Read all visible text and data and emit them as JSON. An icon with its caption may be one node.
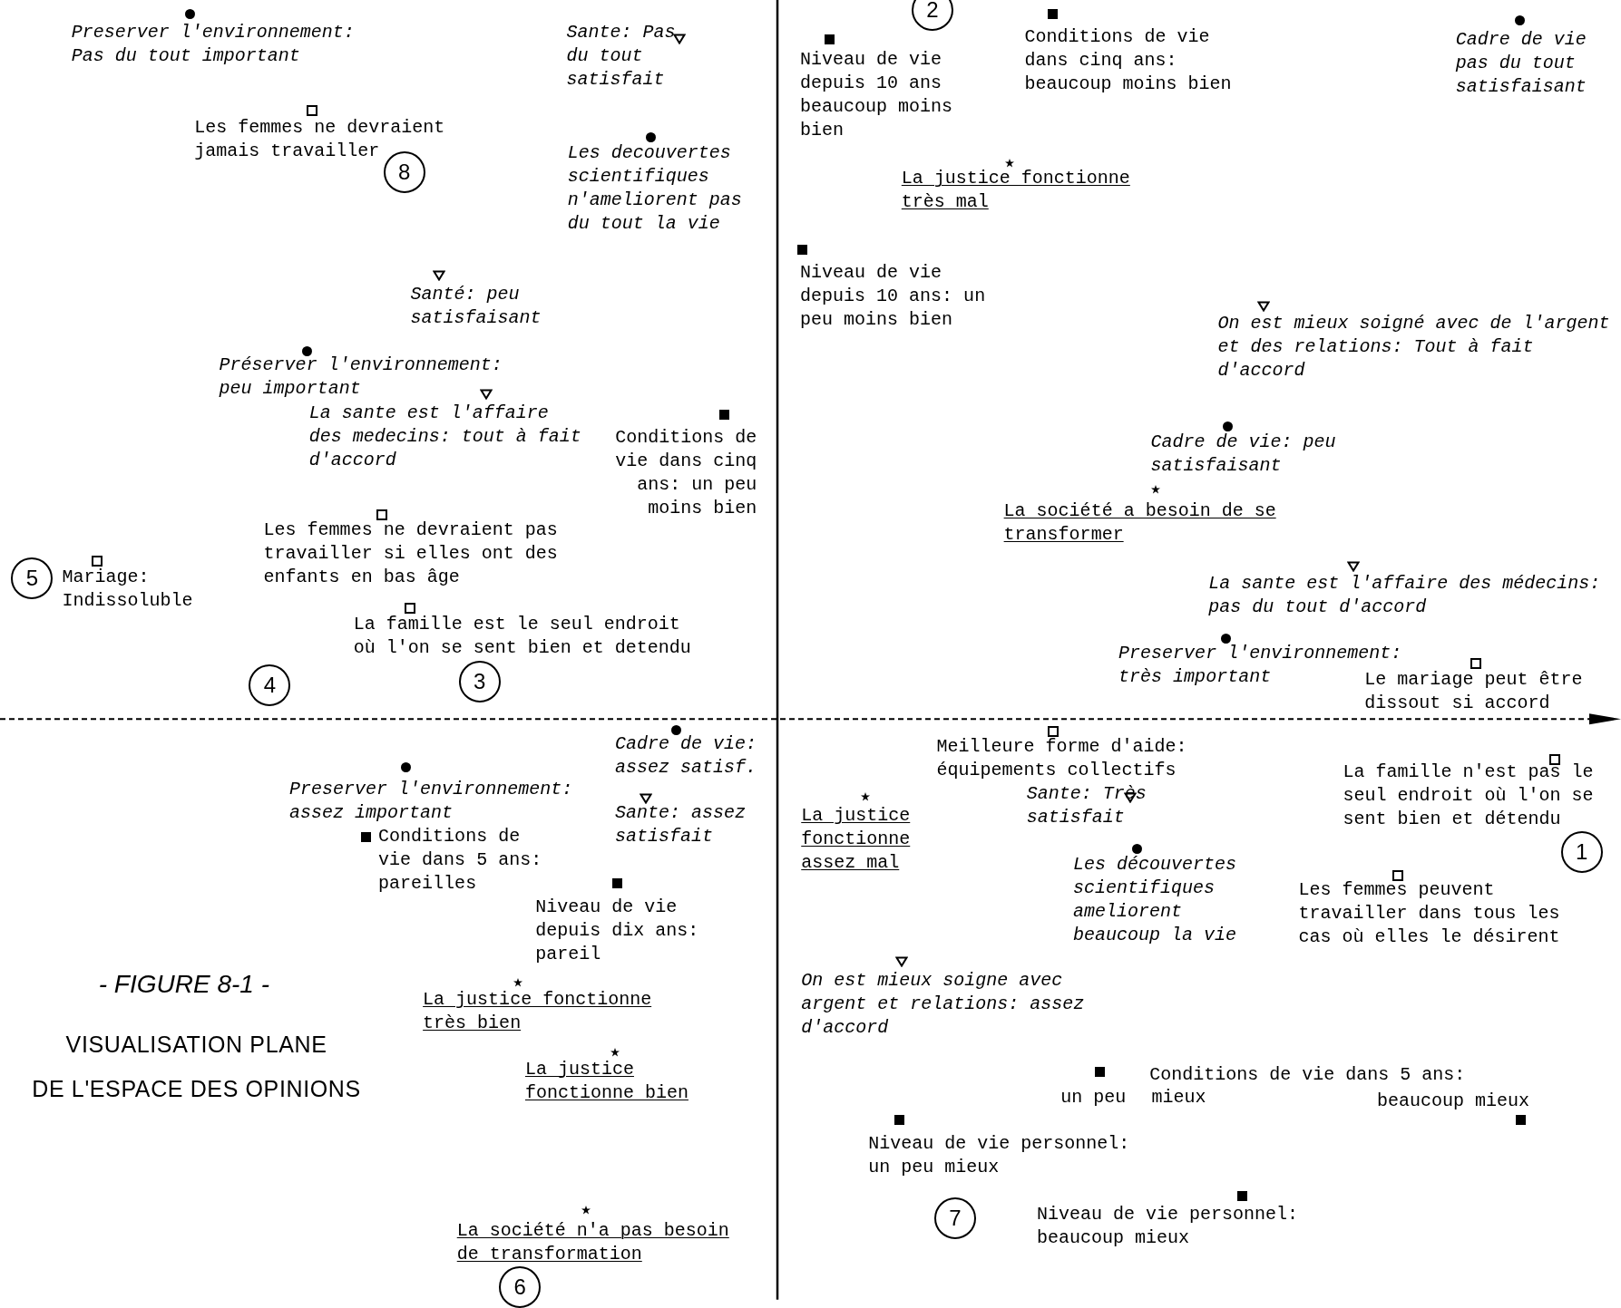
{
  "diagram": {
    "title": "VISUALISATION PLANE DE L'ESPACE DES OPINIONS",
    "caption": "- FIGURE 8-1 -",
    "nodes": [
      {
        "text": [
          "2"
        ]
      },
      {
        "text": [
          "8"
        ]
      },
      {
        "text": [
          "5"
        ]
      },
      {
        "text": [
          "3"
        ]
      },
      {
        "text": [
          "4"
        ]
      },
      {
        "text": [
          "1"
        ]
      },
      {
        "text": [
          "7"
        ]
      },
      {
        "text": [
          "6"
        ]
      }
    ],
    "labels": [
      "Preserver l'environnement: Pas du tout important",
      "Sante: Pas du tout satisfait",
      "Les femmes ne devraient jamais travailler",
      "Les decouvertes scientifiques n'ameliorent pas du tout la vie",
      "Santé: peu satisfaisant",
      "Préserver l'environnement: peu important",
      "La sante est l'affaire des medecins: tout à fait d'accord",
      "Conditions de vie dans cinq ans: un peu moins bien",
      "Les femmes ne devraient pas travailler si elles ont des enfants en bas âge",
      "Mariage: Indissoluble",
      "La famille est le seul endroit où l'on se sent bien et detendu",
      "Niveau de vie depuis 10 ans beaucoup moins bien",
      "Conditions de vie dans cinq ans: beaucoup moins bien",
      "Cadre de vie pas du tout satisfaisant",
      "La justice fonctionne très mal",
      "Niveau de vie depuis 10 ans: un peu moins bien",
      "On est mieux soigné avec de l'argent et des relations: Tout à fait d'accord",
      "Cadre de vie: peu satisfaisant",
      "La société a besoin de se transformer",
      "La sante est l'affaire des médecins: pas du tout d'accord",
      "Preserver l'environnement: très important",
      "Le mariage peut être dissout si accord",
      "Cadre de vie: assez satisf.",
      "Preserver l'environnement: assez important",
      "Conditions de vie dans 5 ans: pareilles",
      "Sante: assez satisfait",
      "Niveau de vie depuis dix ans: pareil",
      "La justice fonctionne très bien",
      "La justice fonctionne bien",
      "La société n'a pas besoin de transformation",
      "Meilleure forme d'aide: équipements collectifs",
      "La famille n'est pas le seul endroit où l'on se sent bien et détendu",
      "La justice fonctionne assez mal",
      "Sante: Très satisfait",
      "Les découvertes scientifiques ameliorent beaucoup la vie",
      "Les femmes peuvent travailler dans tous les cas où elles le désirent",
      "On est mieux soigne avec argent et relations: assez d'accord",
      "Conditions de vie dans 5 ans:",
      "un peu",
      "mieux",
      "beaucoup mieux",
      "Niveau de vie personnel: un peu mieux",
      "Niveau de vie personnel: beaucoup mieux"
    ]
  }
}
